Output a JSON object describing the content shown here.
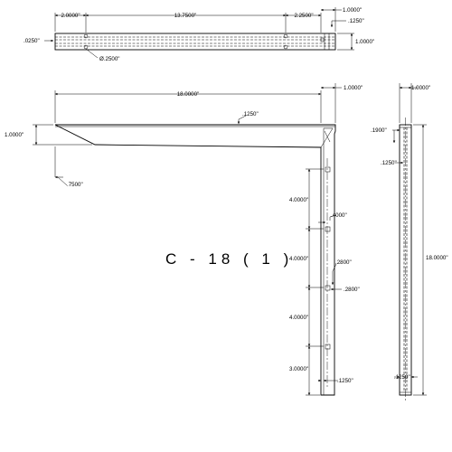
{
  "title": "C - 18 ( 1 )",
  "top_view": {
    "dims": {
      "left_offset": "2.0000\"",
      "hole_spacing": "13.7500\"",
      "right_offset": "2.2500\"",
      "end_width": "1.0000\"",
      "end_slot": ".1250\"",
      "height": "1.0000\"",
      "wall": ".0250\"",
      "hole_dia": "Ø.2500\""
    }
  },
  "front_view": {
    "dims": {
      "length": "18.0000\"",
      "upright_width": "1.0000\"",
      "flange_thk": ".1250\"",
      "arm_height": "1.0000\"",
      "taper": ".7500\"",
      "hole_gap_1": "4.0000\"",
      "hole_offset": ".4000\"",
      "hole_gap_2": "4.0000\"",
      "hole_size": ".2800\"",
      "hole_size_2": ".2800\"",
      "hole_gap_3": "4.0000\"",
      "bottom_gap": "3.0000\"",
      "bottom_thk": ".1250\""
    }
  },
  "side_view": {
    "dims": {
      "width": "1.0000\"",
      "top_lip": ".1900\"",
      "lip_thk": ".1250\"",
      "height": "18.0000\"",
      "bottom_lip": ".1250\""
    }
  }
}
